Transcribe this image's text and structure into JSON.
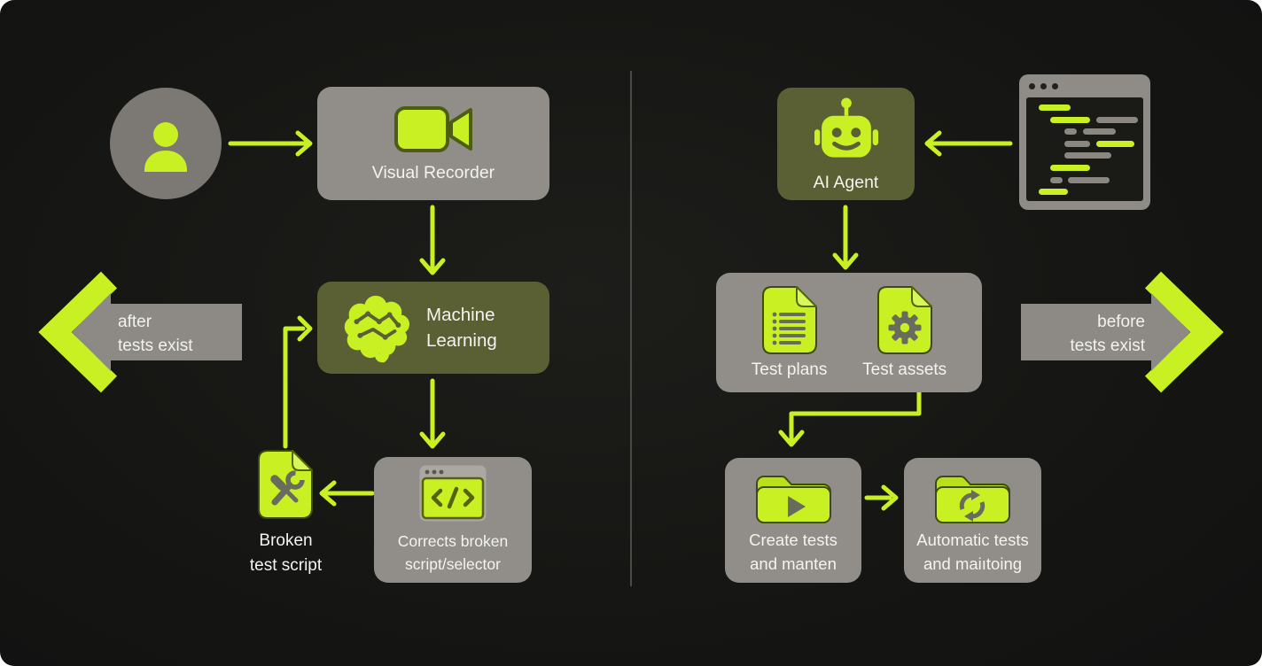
{
  "colors": {
    "lime": "#c8f023",
    "olive_box": "#5a6033",
    "gray_box": "#918e89",
    "gray_arrow": "#8d8a85",
    "background": "#141412",
    "text": "#f3f3ef"
  },
  "left": {
    "direction_label": {
      "line1": "after",
      "line2": "tests exist"
    },
    "user": {
      "icon": "user-icon"
    },
    "visual_recorder": {
      "label": "Visual Recorder",
      "icon": "video-camera-icon"
    },
    "machine_learning": {
      "line1": "Machine",
      "line2": "Learning",
      "icon": "brain-icon"
    },
    "corrects_broken": {
      "line1": "Corrects broken",
      "line2": "script/selector",
      "icon": "browser-code-icon"
    },
    "broken_test_script": {
      "line1": "Broken",
      "line2": "test script",
      "icon": "file-tools-icon"
    }
  },
  "right": {
    "direction_label": {
      "line1": "before",
      "line2": "tests exist"
    },
    "ai_agent": {
      "label": "AI Agent",
      "icon": "robot-icon"
    },
    "code_editor": {
      "icon": "code-editor-window-icon",
      "lines": [
        [
          {
            "x": 14,
            "w": 36,
            "c": "lime"
          }
        ],
        [
          {
            "x": 27,
            "w": 45,
            "c": "lime"
          },
          {
            "x": 79,
            "w": 47,
            "c": "gray"
          }
        ],
        [
          {
            "x": 43,
            "w": 14,
            "c": "gray"
          },
          {
            "x": 64,
            "w": 37,
            "c": "gray"
          }
        ],
        [
          {
            "x": 43,
            "w": 29,
            "c": "gray"
          },
          {
            "x": 79,
            "w": 43,
            "c": "lime"
          }
        ],
        [
          {
            "x": 43,
            "w": 53,
            "c": "gray"
          }
        ],
        [
          {
            "x": 27,
            "w": 45,
            "c": "lime"
          }
        ],
        [
          {
            "x": 27,
            "w": 14,
            "c": "gray"
          },
          {
            "x": 47,
            "w": 47,
            "c": "gray"
          }
        ],
        [
          {
            "x": 14,
            "w": 33,
            "c": "lime"
          }
        ]
      ]
    },
    "test_artifacts": {
      "items": [
        {
          "label": "Test plans",
          "icon": "document-checklist-icon"
        },
        {
          "label": "Test assets",
          "icon": "document-gear-icon"
        }
      ]
    },
    "create_tests": {
      "line1": "Create tests",
      "line2": "and manten",
      "icon": "folder-play-icon"
    },
    "automatic_tests": {
      "line1": "Automatic tests",
      "line2": "and maiıtoing",
      "icon": "folder-sync-icon"
    }
  }
}
